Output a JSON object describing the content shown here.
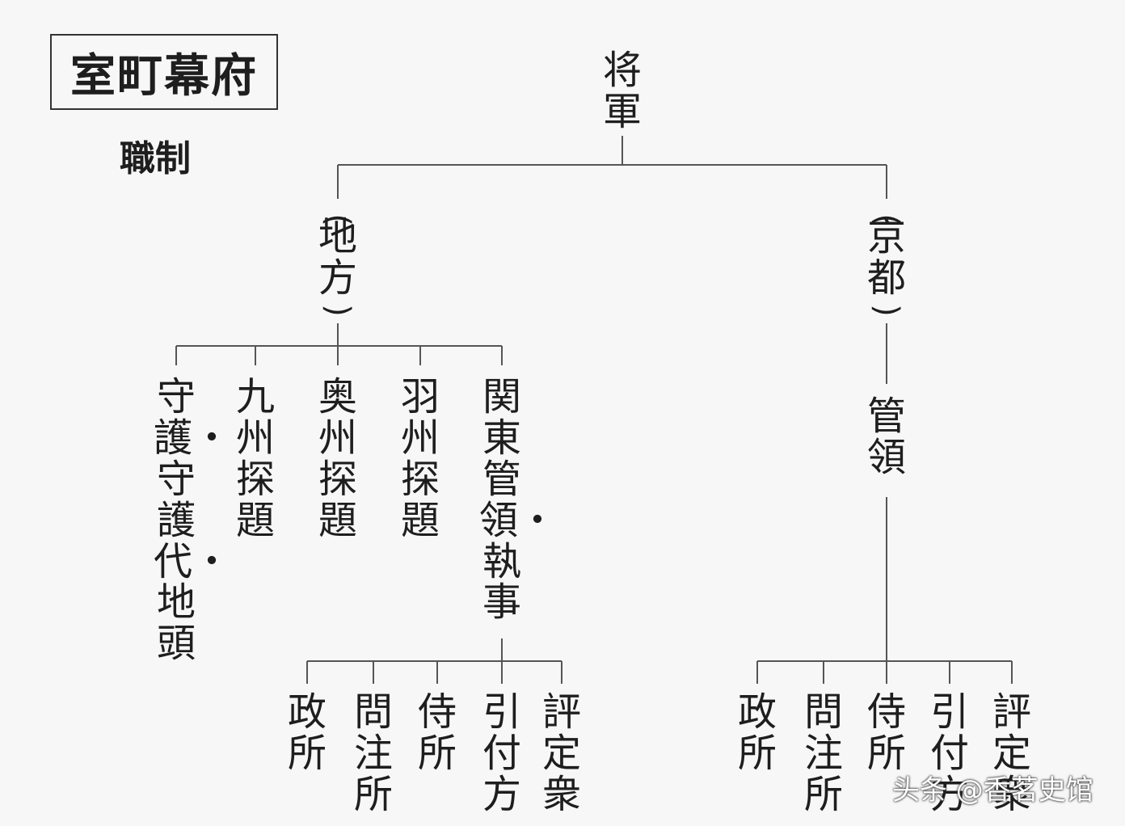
{
  "title": "室町幕府",
  "subtitle": "職制",
  "root": "将軍",
  "left_branch": {
    "open": "(",
    "label": "地方",
    "close": ")",
    "children": [
      "守護・守護代・地頭",
      "九州探題",
      "奥州探題",
      "羽州探題",
      "関東管領・執事"
    ],
    "sub_children": [
      "政所",
      "問注所",
      "侍所",
      "引付方",
      "評定衆"
    ]
  },
  "right_branch": {
    "open": "(",
    "label": "京都",
    "close": ")",
    "node": "管領",
    "sub_children": [
      "政所",
      "問注所",
      "侍所",
      "引付方",
      "評定衆"
    ]
  },
  "watermark": "头条 @香茗史馆",
  "colors": {
    "background": "#f7f7f7",
    "text": "#1e1e1e",
    "lines": "#555555"
  }
}
